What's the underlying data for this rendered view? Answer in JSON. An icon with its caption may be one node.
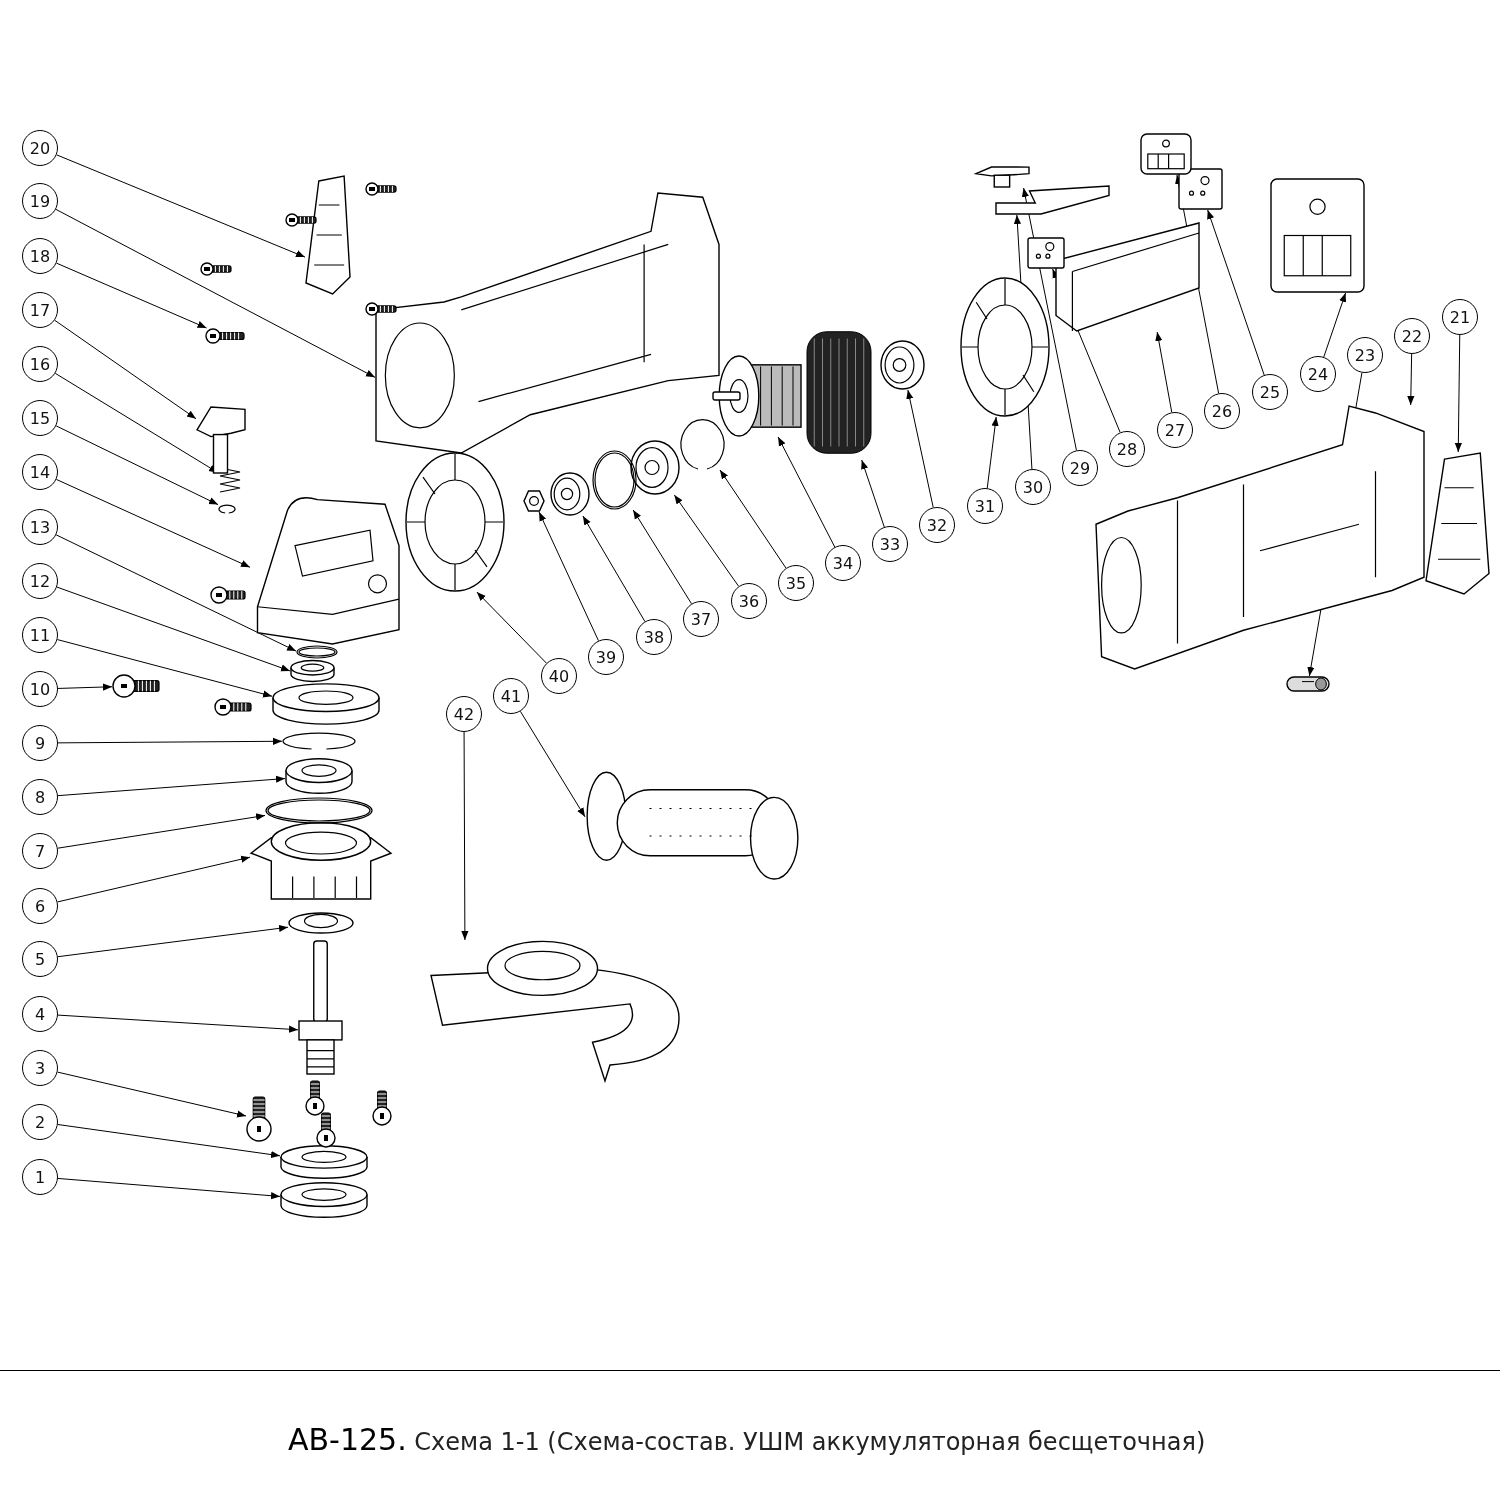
{
  "diagram": {
    "caption": "**AB-125.** Схема 1-1 (Схема-состав. УШМ аккумуляторная бесщеточная)",
    "nodes": [
      {
        "text": [
          "1"
        ]
      },
      {
        "text": [
          "2"
        ]
      },
      {
        "text": [
          "3"
        ]
      },
      {
        "text": [
          "4"
        ]
      },
      {
        "text": [
          "5"
        ]
      },
      {
        "text": [
          "6"
        ]
      },
      {
        "text": [
          "7"
        ]
      },
      {
        "text": [
          "8"
        ]
      },
      {
        "text": [
          "9"
        ]
      },
      {
        "text": [
          "10"
        ]
      },
      {
        "text": [
          "11"
        ]
      },
      {
        "text": [
          "12"
        ]
      },
      {
        "text": [
          "13"
        ]
      },
      {
        "text": [
          "14"
        ]
      },
      {
        "text": [
          "15"
        ]
      },
      {
        "text": [
          "16"
        ]
      },
      {
        "text": [
          "17"
        ]
      },
      {
        "text": [
          "18"
        ]
      },
      {
        "text": [
          "19"
        ]
      },
      {
        "text": [
          "20"
        ]
      },
      {
        "text": [
          "21"
        ]
      },
      {
        "text": [
          "22"
        ]
      },
      {
        "text": [
          "23"
        ]
      },
      {
        "text": [
          "24"
        ]
      },
      {
        "text": [
          "25"
        ]
      },
      {
        "text": [
          "26"
        ]
      },
      {
        "text": [
          "27"
        ]
      },
      {
        "text": [
          "28"
        ]
      },
      {
        "text": [
          "29"
        ]
      },
      {
        "text": [
          "30"
        ]
      },
      {
        "text": [
          "31"
        ]
      },
      {
        "text": [
          "32"
        ]
      },
      {
        "text": [
          "33"
        ]
      },
      {
        "text": [
          "34"
        ]
      },
      {
        "text": [
          "35"
        ]
      },
      {
        "text": [
          "36"
        ]
      },
      {
        "text": [
          "37"
        ]
      },
      {
        "text": [
          "38"
        ]
      },
      {
        "text": [
          "39"
        ]
      },
      {
        "text": [
          "40"
        ]
      },
      {
        "text": [
          "41"
        ]
      },
      {
        "text": [
          "42"
        ]
      },
      {
        "text": [],
        "shape": "picture"
      },
      {
        "text": [],
        "shape": "picture"
      },
      {
        "text": [],
        "shape": "picture"
      },
      {
        "text": [],
        "shape": "picture"
      },
      {
        "text": [],
        "shape": "picture"
      },
      {
        "text": [],
        "shape": "picture"
      },
      {
        "text": [],
        "shape": "picture"
      },
      {
        "text": [],
        "shape": "picture"
      },
      {
        "text": [],
        "shape": "picture"
      },
      {
        "text": [],
        "shape": "picture"
      },
      {
        "text": [],
        "shape": "picture"
      },
      {
        "text": [],
        "shape": "picture"
      },
      {
        "text": [],
        "shape": "picture"
      },
      {
        "text": [],
        "shape": "picture"
      },
      {
        "text": [],
        "shape": "picture"
      },
      {
        "text": [],
        "shape": "picture"
      },
      {
        "text": [],
        "shape": "picture"
      },
      {
        "text": [],
        "shape": "picture"
      },
      {
        "text": [],
        "shape": "picture"
      },
      {
        "text": [],
        "shape": "picture"
      },
      {
        "text": [],
        "shape": "picture"
      },
      {
        "text": [],
        "shape": "picture"
      },
      {
        "text": [],
        "shape": "picture"
      },
      {
        "text": [],
        "shape": "picture"
      },
      {
        "text": [],
        "shape": "picture"
      },
      {
        "text": [],
        "shape": "picture"
      },
      {
        "text": [],
        "shape": "picture"
      },
      {
        "text": [],
        "shape": "picture"
      },
      {
        "text": [],
        "shape": "picture"
      },
      {
        "text": [],
        "shape": "picture"
      },
      {
        "text": [],
        "shape": "picture"
      },
      {
        "text": [],
        "shape": "picture"
      },
      {
        "text": [],
        "shape": "picture"
      },
      {
        "text": [],
        "shape": "picture"
      },
      {
        "text": [],
        "shape": "picture"
      },
      {
        "text": [],
        "shape": "picture"
      },
      {
        "text": [],
        "shape": "picture"
      },
      {
        "text": [],
        "shape": "picture"
      },
      {
        "text": [],
        "shape": "picture"
      },
      {
        "text": [],
        "shape": "picture"
      },
      {
        "text": [],
        "shape": "picture"
      },
      {
        "text": [],
        "shape": "picture"
      }
    ],
    "edges": [
      {
        "from": 0,
        "to": 42,
        "arrow": "to"
      },
      {
        "from": 1,
        "to": 43,
        "arrow": "to"
      },
      {
        "from": 2,
        "to": 44,
        "arrow": "to"
      },
      {
        "from": 3,
        "to": 45,
        "arrow": "to"
      },
      {
        "from": 4,
        "to": 46,
        "arrow": "to"
      },
      {
        "from": 5,
        "to": 47,
        "arrow": "to"
      },
      {
        "from": 6,
        "to": 48,
        "arrow": "to"
      },
      {
        "from": 7,
        "to": 49,
        "arrow": "to"
      },
      {
        "from": 8,
        "to": 50,
        "arrow": "to"
      },
      {
        "from": 9,
        "to": 51,
        "arrow": "to"
      },
      {
        "from": 10,
        "to": 52,
        "arrow": "to"
      },
      {
        "from": 11,
        "to": 53,
        "arrow": "to"
      },
      {
        "from": 12,
        "to": 54,
        "arrow": "to"
      },
      {
        "from": 13,
        "to": 55,
        "arrow": "to"
      },
      {
        "from": 14,
        "to": 56,
        "arrow": "to"
      },
      {
        "from": 15,
        "to": 57,
        "arrow": "to"
      },
      {
        "from": 16,
        "to": 58,
        "arrow": "to"
      },
      {
        "from": 17,
        "to": 59,
        "arrow": "to"
      },
      {
        "from": 18,
        "to": 60,
        "arrow": "to"
      },
      {
        "from": 19,
        "to": 61,
        "arrow": "to"
      },
      {
        "from": 20,
        "to": 62,
        "arrow": "to"
      },
      {
        "from": 21,
        "to": 63,
        "arrow": "to"
      },
      {
        "from": 22,
        "to": 64,
        "arrow": "to"
      },
      {
        "from": 23,
        "to": 65,
        "arrow": "to"
      },
      {
        "from": 24,
        "to": 66,
        "arrow": "to"
      },
      {
        "from": 25,
        "to": 67,
        "arrow": "to"
      },
      {
        "from": 26,
        "to": 68,
        "arrow": "to"
      },
      {
        "from": 27,
        "to": 69,
        "arrow": "to"
      },
      {
        "from": 28,
        "to": 70,
        "arrow": "to"
      },
      {
        "from": 29,
        "to": 71,
        "arrow": "to"
      },
      {
        "from": 30,
        "to": 72,
        "arrow": "to"
      },
      {
        "from": 31,
        "to": 73,
        "arrow": "to"
      },
      {
        "from": 32,
        "to": 74,
        "arrow": "to"
      },
      {
        "from": 33,
        "to": 75,
        "arrow": "to"
      },
      {
        "from": 34,
        "to": 76,
        "arrow": "to"
      },
      {
        "from": 35,
        "to": 77,
        "arrow": "to"
      },
      {
        "from": 36,
        "to": 78,
        "arrow": "to"
      },
      {
        "from": 37,
        "to": 79,
        "arrow": "to"
      },
      {
        "from": 38,
        "to": 80,
        "arrow": "to"
      },
      {
        "from": 39,
        "to": 81,
        "arrow": "to"
      },
      {
        "from": 40,
        "to": 82,
        "arrow": "to"
      },
      {
        "from": 41,
        "to": 83,
        "arrow": "to"
      }
    ]
  }
}
